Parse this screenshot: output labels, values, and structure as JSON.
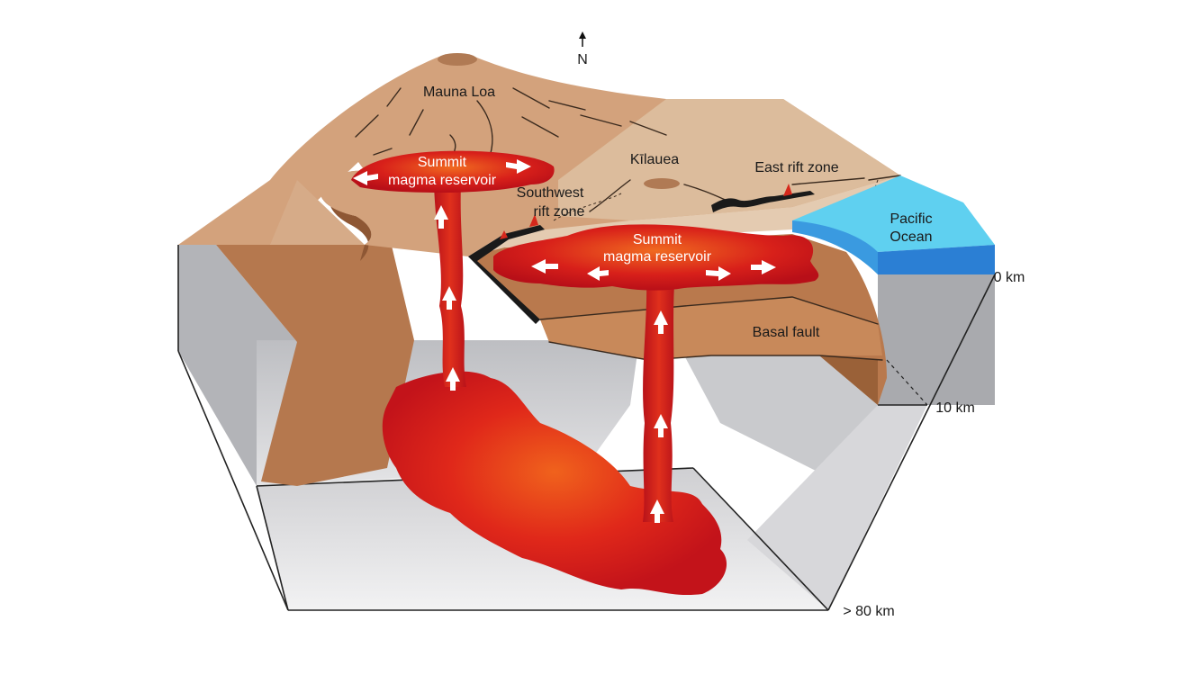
{
  "labels": {
    "north": "N",
    "mauna_loa": "Mauna Loa",
    "kilauea": "Kīlauea",
    "east_rift_zone": "East rift zone",
    "southwest_rift_zone_line1": "Southwest",
    "southwest_rift_zone_line2": "rift zone",
    "pacific_ocean_line1": "Pacific",
    "pacific_ocean_line2": "Ocean",
    "summit_reservoir_ml_line1": "Summit",
    "summit_reservoir_ml_line2": "magma reservoir",
    "summit_reservoir_k_line1": "Summit",
    "summit_reservoir_k_line2": "magma reservoir",
    "basal_fault": "Basal fault",
    "depth_0": "0 km",
    "depth_10": "10 km",
    "depth_80": "> 80 km"
  },
  "colors": {
    "surface_tan": "#d9b08c",
    "cross_section_brown": "#b87a4f",
    "dark_brown": "#8e5734",
    "box_grey": "#b5b6ba",
    "box_light": "#e6e6e8",
    "ocean_light": "#5fd0f0",
    "ocean_dark": "#2b7fd4",
    "magma_red": "#c8161a",
    "magma_orange": "#f05a1a"
  }
}
